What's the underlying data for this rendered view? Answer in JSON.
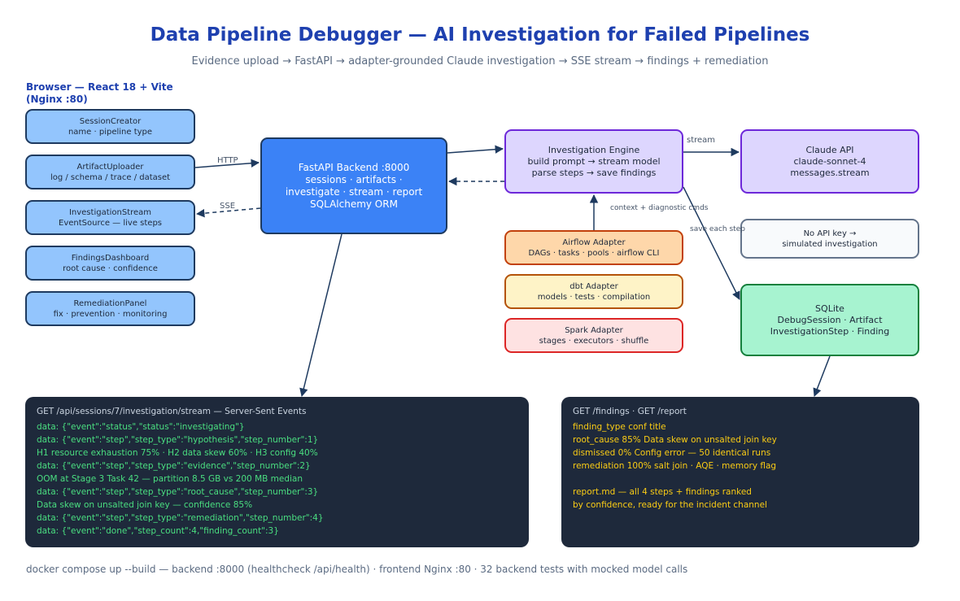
{
  "header": {
    "title": "Data Pipeline Debugger — AI Investigation for Failed Pipelines",
    "subtitle": "Evidence upload → FastAPI → adapter-grounded Claude investigation → SSE stream → findings + remediation"
  },
  "browser": {
    "label": "Browser — React 18 + Vite (Nginx :80)",
    "components": [
      {
        "name": "SessionCreator",
        "desc": "name · pipeline type"
      },
      {
        "name": "ArtifactUploader",
        "desc": "log / schema / trace / dataset"
      },
      {
        "name": "InvestigationStream",
        "desc": "EventSource — live steps"
      },
      {
        "name": "FindingsDashboard",
        "desc": "root cause · confidence"
      },
      {
        "name": "RemediationPanel",
        "desc": "fix · prevention · monitoring"
      }
    ]
  },
  "backend": {
    "lines": [
      "FastAPI Backend :8000",
      "sessions · artifacts ·",
      "investigate · stream · report",
      "SQLAlchemy ORM"
    ]
  },
  "engine": {
    "lines": [
      "Investigation Engine",
      "build prompt → stream model",
      "parse steps → save findings"
    ]
  },
  "claude": {
    "lines": [
      "Claude API",
      "claude-sonnet-4",
      "messages.stream"
    ]
  },
  "noapi": {
    "lines": [
      "No API key →",
      "simulated investigation"
    ]
  },
  "sqlite": {
    "lines": [
      "SQLite",
      "DebugSession · Artifact",
      "InvestigationStep · Finding"
    ]
  },
  "adapters": [
    {
      "name": "Airflow Adapter",
      "desc": "DAGs · tasks · pools · airflow CLI"
    },
    {
      "name": "dbt Adapter",
      "desc": "models · tests · compilation"
    },
    {
      "name": "Spark Adapter",
      "desc": "stages · executors · shuffle"
    }
  ],
  "edges": {
    "http": "HTTP",
    "sse": "SSE",
    "stream": "stream",
    "context": "context + diagnostic cmds",
    "save": "save each step"
  },
  "sse_panel": {
    "title": "GET /api/sessions/7/investigation/stream — Server-Sent Events",
    "lines": [
      "data: {\"event\":\"status\",\"status\":\"investigating\"}",
      "data: {\"event\":\"step\",\"step_type\":\"hypothesis\",\"step_number\":1}",
      "H1 resource exhaustion 75% · H2 data skew 60% · H3 config 40%",
      "data: {\"event\":\"step\",\"step_type\":\"evidence\",\"step_number\":2}",
      "OOM at Stage 3 Task 42 — partition 8.5 GB vs 200 MB median",
      "data: {\"event\":\"step\",\"step_type\":\"root_cause\",\"step_number\":3}",
      "Data skew on unsalted join key — confidence 85%",
      "data: {\"event\":\"step\",\"step_type\":\"remediation\",\"step_number\":4}",
      "data: {\"event\":\"done\",\"step_count\":4,\"finding_count\":3}"
    ]
  },
  "findings_panel": {
    "title": "GET /findings · GET /report",
    "lines": [
      "finding_type conf title",
      "root_cause 85% Data skew on unsalted join key",
      "dismissed 0% Config error — 50 identical runs",
      "remediation 100% salt join · AQE · memory flag",
      "",
      "report.md — all 4 steps + findings ranked",
      "by confidence, ready for the incident channel"
    ]
  },
  "footer": "docker compose up --build — backend :8000 (healthcheck /api/health) · frontend Nginx :80 · 32 backend tests with mocked model calls",
  "colors": {
    "title": "#1e40af",
    "component_fill": "#93c5fd",
    "backend_fill": "#3b82f6",
    "engine_fill": "#ddd6fe",
    "sqlite_fill": "#a7f3d0",
    "airflow_fill": "#fed7aa",
    "dbt_fill": "#fef3c7",
    "spark_fill": "#fee2e2",
    "panel_fill": "#1e293b",
    "sse_text": "#4ade80",
    "findings_text": "#facc15",
    "arrow": "#1e3a5f"
  }
}
